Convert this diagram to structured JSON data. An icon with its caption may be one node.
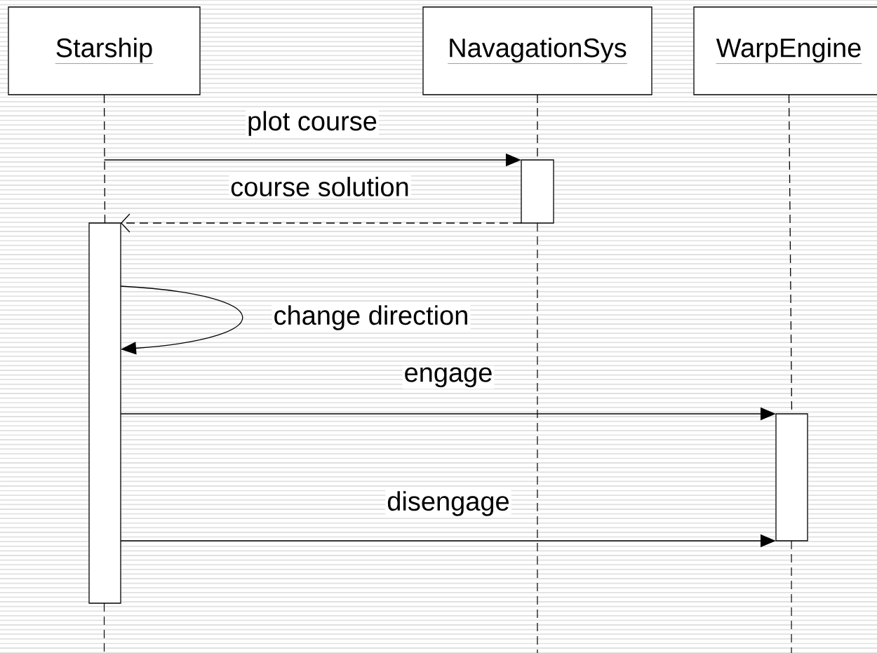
{
  "diagram": {
    "nodes": [
      {
        "text": [
          "Starship"
        ]
      },
      {
        "text": [
          "NavagationSys"
        ]
      },
      {
        "text": [
          "WarpEngine"
        ]
      },
      {
        "text": [],
        "shape": "bar"
      },
      {
        "text": [],
        "shape": "bar"
      },
      {
        "text": [],
        "shape": "bar"
      }
    ],
    "edges": [
      {
        "from": 0,
        "to": 3,
        "arrow": "none",
        "style": "dashed"
      },
      {
        "from": 1,
        "to": 4,
        "arrow": "none",
        "style": "dashed"
      },
      {
        "from": 2,
        "to": 5,
        "arrow": "none",
        "style": "dashed"
      },
      {
        "from": null,
        "to": 4,
        "arrow": "to",
        "label": "plot course"
      },
      {
        "from": 4,
        "to": 3,
        "arrow": "to",
        "label": "course solution",
        "style": "dashed"
      },
      {
        "from": 3,
        "to": 3,
        "arrow": "to",
        "label": "change direction"
      },
      {
        "from": 3,
        "to": 5,
        "arrow": "to",
        "label": "engage"
      },
      {
        "from": 3,
        "to": 5,
        "arrow": "to",
        "label": "disengage"
      }
    ]
  }
}
